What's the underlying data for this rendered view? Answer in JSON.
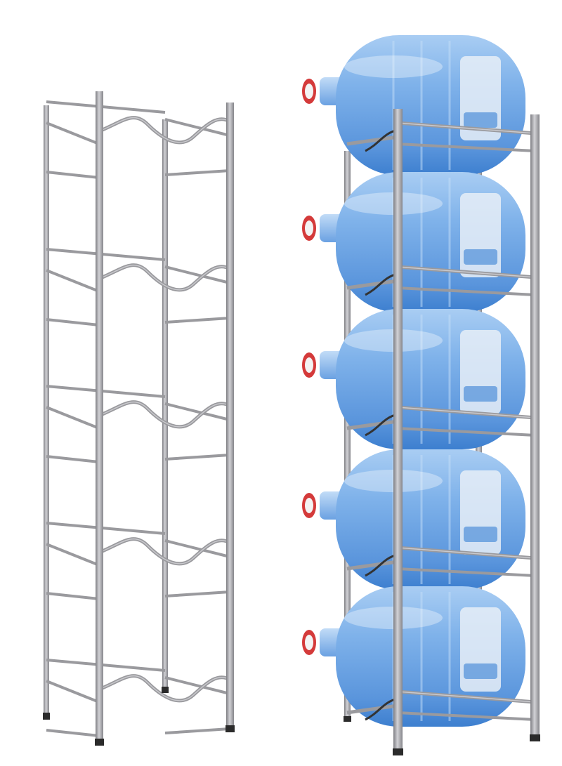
{
  "scene": {
    "background_color": "#ffffff",
    "frame_color": "#9a9a9e",
    "frame_highlight_color": "#c9c9cd",
    "bottle_color": "#7fb2ea",
    "bottle_dark_color": "#3d7fcf",
    "label_color": "#e8eef7",
    "cap_color": "#d43a3a"
  },
  "rack_empty": {
    "name": "empty-water-bottle-rack",
    "tiers": 5
  },
  "rack_loaded": {
    "name": "loaded-water-bottle-rack",
    "tiers": 5,
    "bottles": 5
  }
}
